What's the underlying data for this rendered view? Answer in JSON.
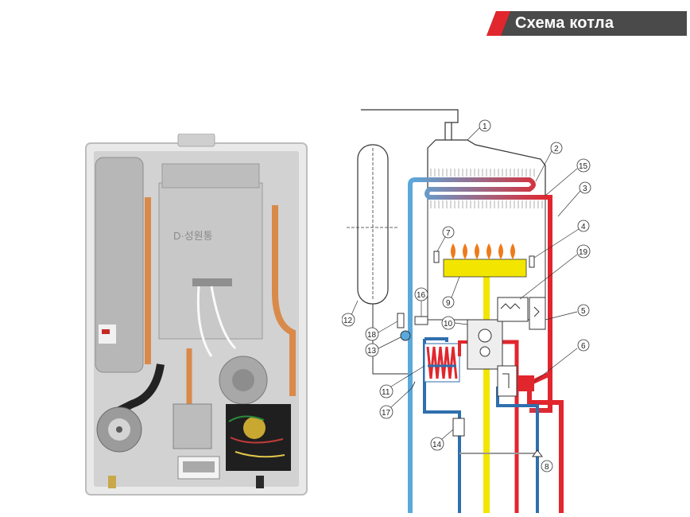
{
  "header": {
    "title": "Схема котла"
  },
  "photo": {
    "brand_mark": "D·성원통"
  },
  "diagram": {
    "callouts": [
      "1",
      "2",
      "3",
      "4",
      "5",
      "6",
      "7",
      "8",
      "9",
      "10",
      "11",
      "12",
      "13",
      "14",
      "15",
      "16",
      "17",
      "18",
      "19"
    ]
  },
  "colors": {
    "banner": "#4a4a4a",
    "banner_accent": "#e1262d",
    "hot_pipe": "#e1262d",
    "cold_pipe": "#5aa9dc",
    "gas_pipe": "#f2e600",
    "return_pipe": "#2f6fae"
  }
}
